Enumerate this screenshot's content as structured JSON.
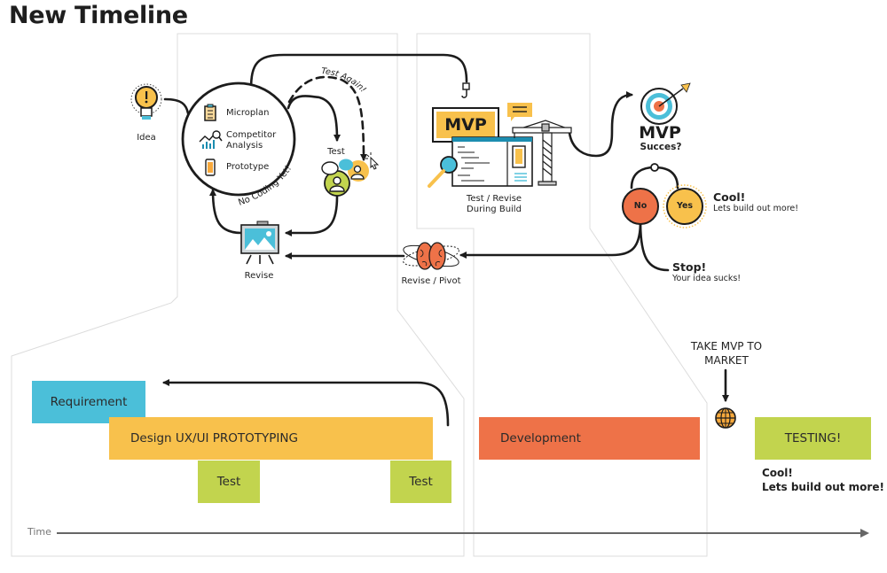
{
  "title": "New Timeline",
  "colors": {
    "blue": "#4bbfd9",
    "yellow": "#f8c14c",
    "green": "#c2d44e",
    "orange": "#ee7248",
    "outline": "#dddddd",
    "line": "#1c1c1c",
    "axis": "#666666"
  },
  "top_flow": {
    "idea_label": "Idea",
    "circle_items": [
      {
        "icon": "clipboard-icon",
        "label": "Microplan"
      },
      {
        "icon": "chart-magnifier-icon",
        "label": "Competitor\nAnalysis"
      },
      {
        "icon": "smartphone-icon",
        "label": "Prototype"
      }
    ],
    "competitor_line1": "Competitor",
    "competitor_line2": "Analysis",
    "no_coding": "No Coding Yet!",
    "test_again": "Test Again!",
    "test_label": "Test",
    "revise_label": "Revise",
    "mvp_badge": "MVP",
    "build_label_line1": "Test / Revise",
    "build_label_line2": "During Build",
    "pivot_label": "Revise / Pivot",
    "success_title": "MVP",
    "success_subtitle": "Succes?",
    "no_label": "No",
    "yes_label": "Yes",
    "cool_title": "Cool!",
    "cool_text": "Lets build out more!",
    "stop_title": "Stop!",
    "stop_text": "Your idea sucks!"
  },
  "timeline": {
    "axis_label": "Time",
    "market_line1": "TAKE MVP TO",
    "market_line2": "MARKET",
    "bars": [
      {
        "name": "requirement",
        "label": "Requirement",
        "color": "#4bbfd9"
      },
      {
        "name": "design",
        "label": "Design UX/UI PROTOTYPING",
        "color": "#f8c14c"
      },
      {
        "name": "test-1",
        "label": "Test",
        "color": "#c2d44e"
      },
      {
        "name": "test-2",
        "label": "Test",
        "color": "#c2d44e"
      },
      {
        "name": "development",
        "label": "Development",
        "color": "#ee7248"
      },
      {
        "name": "testing",
        "label": "TESTING!",
        "color": "#c2d44e"
      }
    ],
    "final_note_line1": "Cool!",
    "final_note_line2": "Lets build out more!"
  }
}
